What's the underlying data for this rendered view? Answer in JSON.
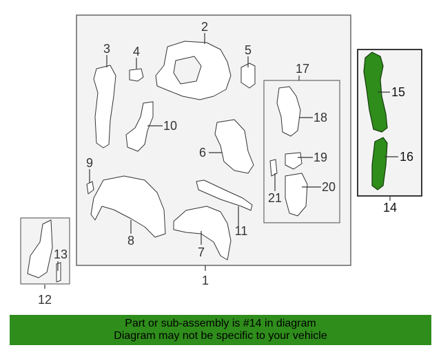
{
  "callouts": {
    "c1": "1",
    "c2": "2",
    "c3": "3",
    "c4": "4",
    "c5": "5",
    "c6": "6",
    "c7": "7",
    "c8": "8",
    "c9": "9",
    "c10": "10",
    "c11": "11",
    "c12": "12",
    "c13": "13",
    "c14": "14",
    "c15": "15",
    "c16": "16",
    "c17": "17",
    "c18": "18",
    "c19": "19",
    "c20": "20",
    "c21": "21"
  },
  "highlight_color": "#2f8d1b",
  "banner": {
    "line1": "Part or sub-assembly is #14 in diagram",
    "line2": "Diagram may not be specific to your vehicle"
  }
}
